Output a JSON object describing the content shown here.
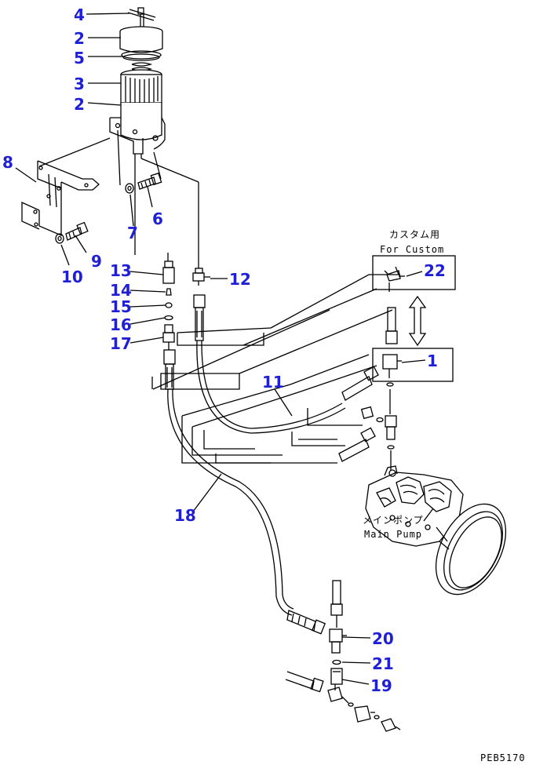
{
  "callouts": {
    "c1": "1",
    "c2a": "2",
    "c2b": "2",
    "c3": "3",
    "c4": "4",
    "c5": "5",
    "c6": "6",
    "c7": "7",
    "c8": "8",
    "c9": "9",
    "c10": "10",
    "c11": "11",
    "c12": "12",
    "c13": "13",
    "c14": "14",
    "c15": "15",
    "c16": "16",
    "c17": "17",
    "c18": "18",
    "c19": "19",
    "c20": "20",
    "c21": "21",
    "c22": "22"
  },
  "labels": {
    "custom_jp": "カスタム用",
    "custom_en": "For Custom",
    "pump_jp": "メインポンプ",
    "pump_en": "Main Pump",
    "drawing_code": "PEB5170"
  },
  "colors": {
    "callout": "#1f1fd6",
    "line": "#000000",
    "background": "#ffffff"
  }
}
